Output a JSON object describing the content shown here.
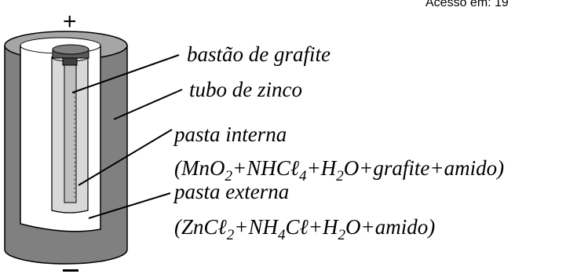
{
  "header": {
    "access_text": "Acesso em:  19"
  },
  "terminals": {
    "positive": "+",
    "negative": "−"
  },
  "labels": {
    "graphite_rod": "bastão de grafite",
    "zinc_tube": "tubo de zinco",
    "internal_paste": "pasta interna",
    "internal_paste_formula": "(MnO2+NHCℓ4+H2O+grafite+amido)",
    "external_paste": "pasta externa",
    "external_paste_formula": "(ZnCℓ2+NH4Cℓ+H2O+amido)"
  },
  "colors": {
    "zinc_tube": "#808080",
    "external_paste": "#ffffff",
    "internal_paste": "#d9d9d9",
    "graphite_rod": "#c8c8c8",
    "cap": "#595959",
    "outline": "#000000"
  },
  "formulas": {
    "internal": {
      "p1": "(MnO",
      "s1": "2",
      "p2": "+NHCℓ",
      "s2": "4",
      "p3": "+H",
      "s3": "2",
      "p4": "O+grafite+amido)"
    },
    "external": {
      "p1": "(ZnCℓ",
      "s1": "2",
      "p2": "+NH",
      "s2": "4",
      "p3": "Cℓ+H",
      "s3": "2",
      "p4": "O+amido)"
    }
  }
}
